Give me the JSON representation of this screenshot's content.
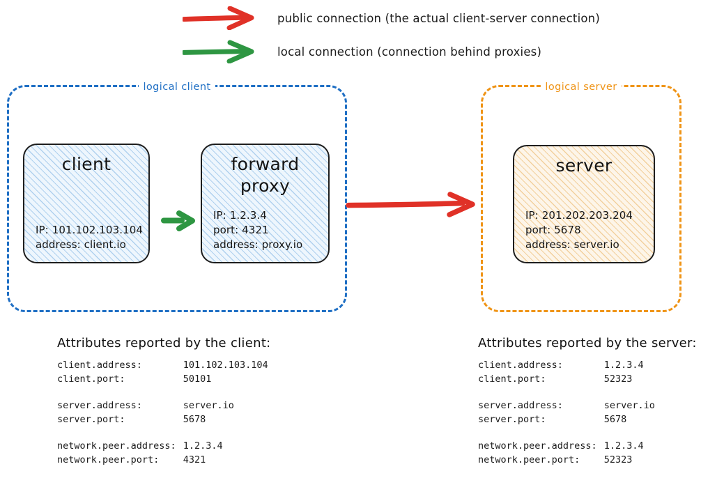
{
  "legend": {
    "items": [
      {
        "icon": "red-arrow-icon",
        "color": "#e03127",
        "label": "public connection (the actual client-server connection)"
      },
      {
        "icon": "green-arrow-icon",
        "color": "#2e9642",
        "label": "local connection (connection behind proxies)"
      }
    ]
  },
  "groups": {
    "client": {
      "label": "logical client",
      "color": "#1f6fc4",
      "nodes": {
        "client": {
          "title": "client",
          "lines": [
            "IP: 101.102.103.104",
            "address: client.io"
          ]
        },
        "proxy": {
          "title": "forward\nproxy",
          "title_line_1": "forward",
          "title_line_2": "proxy",
          "lines": [
            "IP: 1.2.3.4",
            "port: 4321",
            "address: proxy.io"
          ]
        }
      }
    },
    "server": {
      "label": "logical server",
      "color": "#ef9417",
      "nodes": {
        "server": {
          "title": "server",
          "lines": [
            "IP: 201.202.203.204",
            "port: 5678",
            "address: server.io"
          ]
        }
      }
    }
  },
  "connections": {
    "local": {
      "icon": "green-arrow-icon",
      "color": "#2e9642"
    },
    "public": {
      "icon": "red-arrow-icon",
      "color": "#e03127"
    }
  },
  "attributes_client": {
    "heading": "Attributes reported by the client:",
    "groups": [
      [
        {
          "key": "client.address:",
          "value": "101.102.103.104"
        },
        {
          "key": "client.port:",
          "value": "50101"
        }
      ],
      [
        {
          "key": "server.address:",
          "value": "server.io"
        },
        {
          "key": "server.port:",
          "value": "5678"
        }
      ],
      [
        {
          "key": "network.peer.address:",
          "value": "1.2.3.4"
        },
        {
          "key": "network.peer.port:",
          "value": "4321"
        }
      ]
    ]
  },
  "attributes_server": {
    "heading": "Attributes reported by the server:",
    "groups": [
      [
        {
          "key": "client.address:",
          "value": "1.2.3.4"
        },
        {
          "key": "client.port:",
          "value": "52323"
        }
      ],
      [
        {
          "key": "server.address:",
          "value": "server.io"
        },
        {
          "key": "server.port:",
          "value": "5678"
        }
      ],
      [
        {
          "key": "network.peer.address:",
          "value": "1.2.3.4"
        },
        {
          "key": "network.peer.port:",
          "value": "52323"
        }
      ]
    ]
  }
}
